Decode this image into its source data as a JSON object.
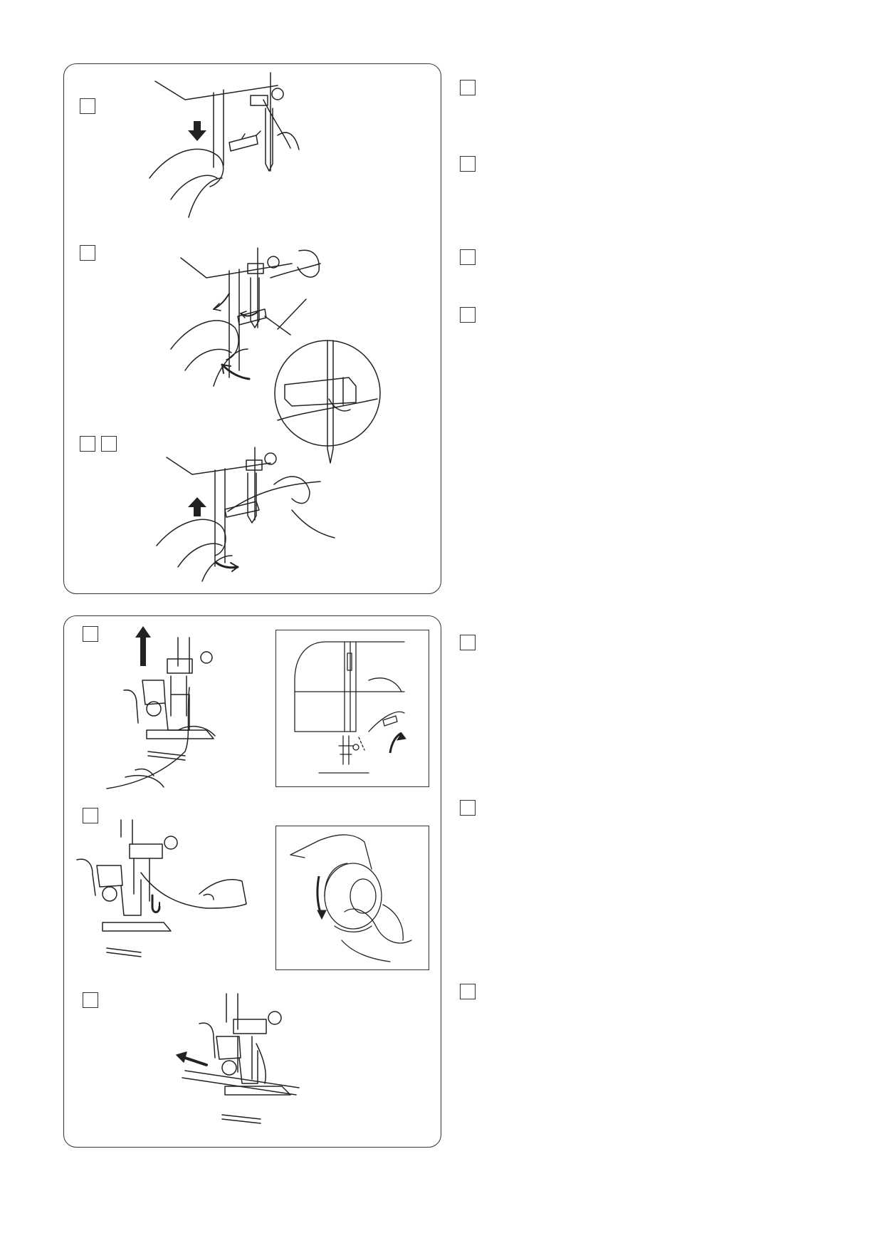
{
  "page": {
    "panels": [
      {
        "name": "threader-steps-panel",
        "step_boxes": 4
      },
      {
        "name": "bobbin-thread-steps-panel",
        "step_boxes": 3
      }
    ],
    "right_column": {
      "step_boxes": 7
    },
    "colors": {
      "line": "#222222",
      "border": "#333333",
      "background": "#ffffff"
    },
    "illustrations": [
      "threader-lever-pull-down-illustration",
      "threader-hook-turn-illustration",
      "needle-eye-detail-illustration",
      "threader-release-illustration",
      "presser-foot-lift-illustration",
      "presser-foot-lever-inset-illustration",
      "handwheel-turn-illustration",
      "handwheel-inset-illustration",
      "threads-pulled-back-illustration"
    ],
    "icons": [
      "down-arrow-icon",
      "up-arrow-icon",
      "curved-arrow-icon",
      "left-arrow-icon"
    ]
  }
}
